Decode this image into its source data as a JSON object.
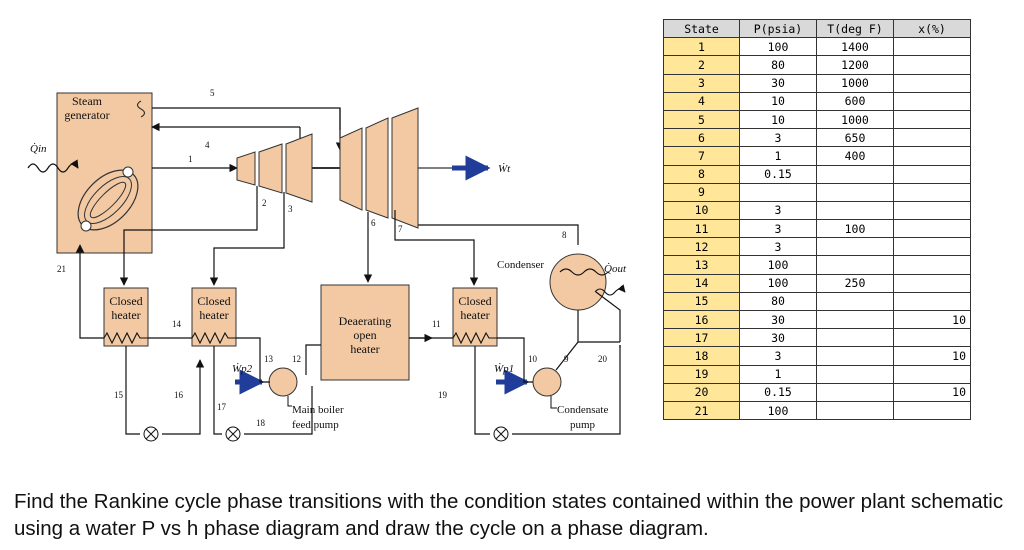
{
  "diagram": {
    "components": {
      "steam_generator": [
        "Steam",
        "generator"
      ],
      "closed_heater": [
        "Closed",
        "heater"
      ],
      "deaerating_heater": [
        "Deaerating",
        "open",
        "heater"
      ],
      "condenser": "Condenser",
      "main_pump": [
        "Main boiler",
        "feed pump"
      ],
      "condensate_pump": [
        "Condensate",
        "pump"
      ]
    },
    "symbols": {
      "q_in": "Q̇in",
      "q_out": "Q̇out",
      "w_t": "Ẇt",
      "w_p1": "Ẇp1",
      "w_p2": "Ẇp2"
    },
    "state_labels": [
      "1",
      "2",
      "3",
      "4",
      "5",
      "6",
      "7",
      "8",
      "9",
      "10",
      "11",
      "12",
      "13",
      "14",
      "15",
      "16",
      "17",
      "18",
      "19",
      "20",
      "21"
    ]
  },
  "table": {
    "headers": [
      "State",
      "P(psia)",
      "T(deg F)",
      "x(%)"
    ],
    "rows": [
      [
        "1",
        "100",
        "1400",
        ""
      ],
      [
        "2",
        "80",
        "1200",
        ""
      ],
      [
        "3",
        "30",
        "1000",
        ""
      ],
      [
        "4",
        "10",
        "600",
        ""
      ],
      [
        "5",
        "10",
        "1000",
        ""
      ],
      [
        "6",
        "3",
        "650",
        ""
      ],
      [
        "7",
        "1",
        "400",
        ""
      ],
      [
        "8",
        "0.15",
        "",
        ""
      ],
      [
        "9",
        "",
        "",
        ""
      ],
      [
        "10",
        "3",
        "",
        ""
      ],
      [
        "11",
        "3",
        "100",
        ""
      ],
      [
        "12",
        "3",
        "",
        ""
      ],
      [
        "13",
        "100",
        "",
        ""
      ],
      [
        "14",
        "100",
        "250",
        ""
      ],
      [
        "15",
        "80",
        "",
        ""
      ],
      [
        "16",
        "30",
        "",
        "10"
      ],
      [
        "17",
        "30",
        "",
        ""
      ],
      [
        "18",
        "3",
        "",
        "10"
      ],
      [
        "19",
        "1",
        "",
        ""
      ],
      [
        "20",
        "0.15",
        "",
        "10"
      ],
      [
        "21",
        "100",
        "",
        ""
      ]
    ]
  },
  "prompt": "Find the Rankine cycle phase transitions with the condition states contained within the power plant schematic using a water P vs h phase diagram and draw the cycle on a phase diagram."
}
